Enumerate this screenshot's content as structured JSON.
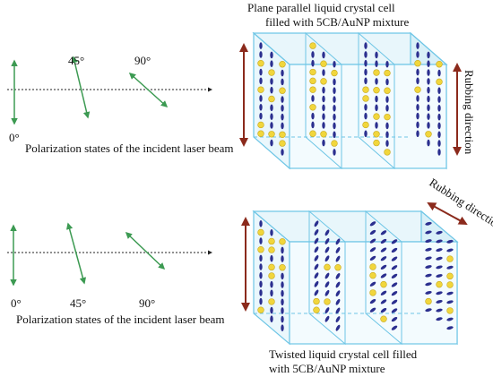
{
  "colors": {
    "polarization_arrow": "#3c9a52",
    "beam_line": "#222222",
    "rubbing_arrow": "#8b2a1c",
    "cell_edge": "#6fc6e6",
    "cell_fill": "#e8f6fb",
    "molecule": "#2b2f8f",
    "nanoparticle": "#f1d63c"
  },
  "top_panel": {
    "cell_title_line1": "Plane parallel  liquid crystal cell",
    "cell_title_line2": "filled with 5CB/AuNP mixture",
    "rubbing_label": "Rubbing direction",
    "angle_labels": [
      "0°",
      "45°",
      "90°"
    ],
    "polarization_caption": "Polarization states of the incident laser beam"
  },
  "bottom_panel": {
    "rubbing_label": "Rubbing direction",
    "angle_labels": [
      "0°",
      "45°",
      "90°"
    ],
    "polarization_caption": "Polarization states of the incident laser beam",
    "cell_caption_line1": "Twisted liquid crystal cell filled",
    "cell_caption_line2": "with 5CB/AuNP mixture"
  }
}
